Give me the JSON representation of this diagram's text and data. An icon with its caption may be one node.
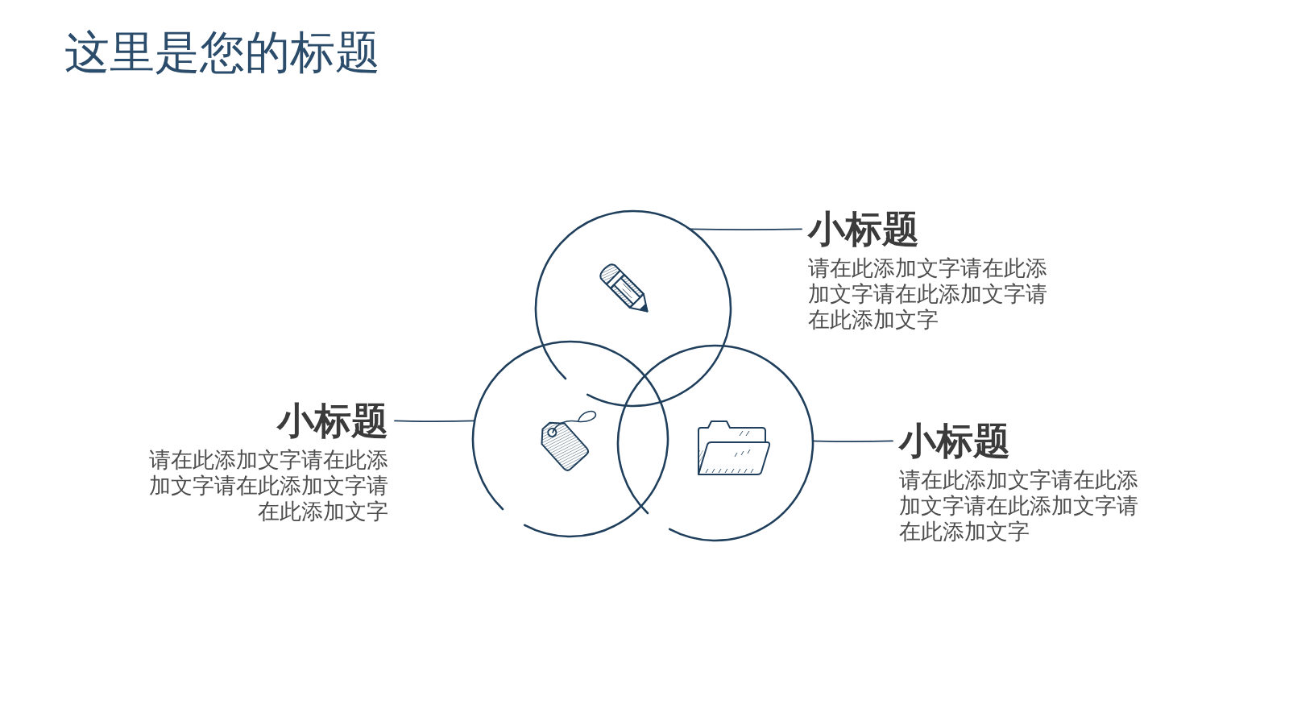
{
  "diagram": {
    "title": "这里是您的标题",
    "nodes": [
      {
        "text": [],
        "shape": "circle"
      },
      {
        "text": [
          "小标题",
          "请在此添加文字请在此添加文字请在此添加文字请在此添加文字"
        ]
      },
      {
        "text": [
          "小标题",
          "请在此添加文字请在此添加文字请在此添加文字请在此添加文字"
        ]
      },
      {
        "text": [],
        "shape": "circle"
      },
      {
        "text": [],
        "shape": "circle"
      },
      {
        "text": [
          "小标题",
          "请在此添加文字请在此添加文字请在此添加文字请在此添加文字"
        ]
      }
    ],
    "edges": [
      {
        "from": 1,
        "to": 0,
        "arrow": "none"
      },
      {
        "from": 2,
        "to": 3,
        "arrow": "none"
      },
      {
        "from": 5,
        "to": 4,
        "arrow": "none"
      }
    ]
  }
}
